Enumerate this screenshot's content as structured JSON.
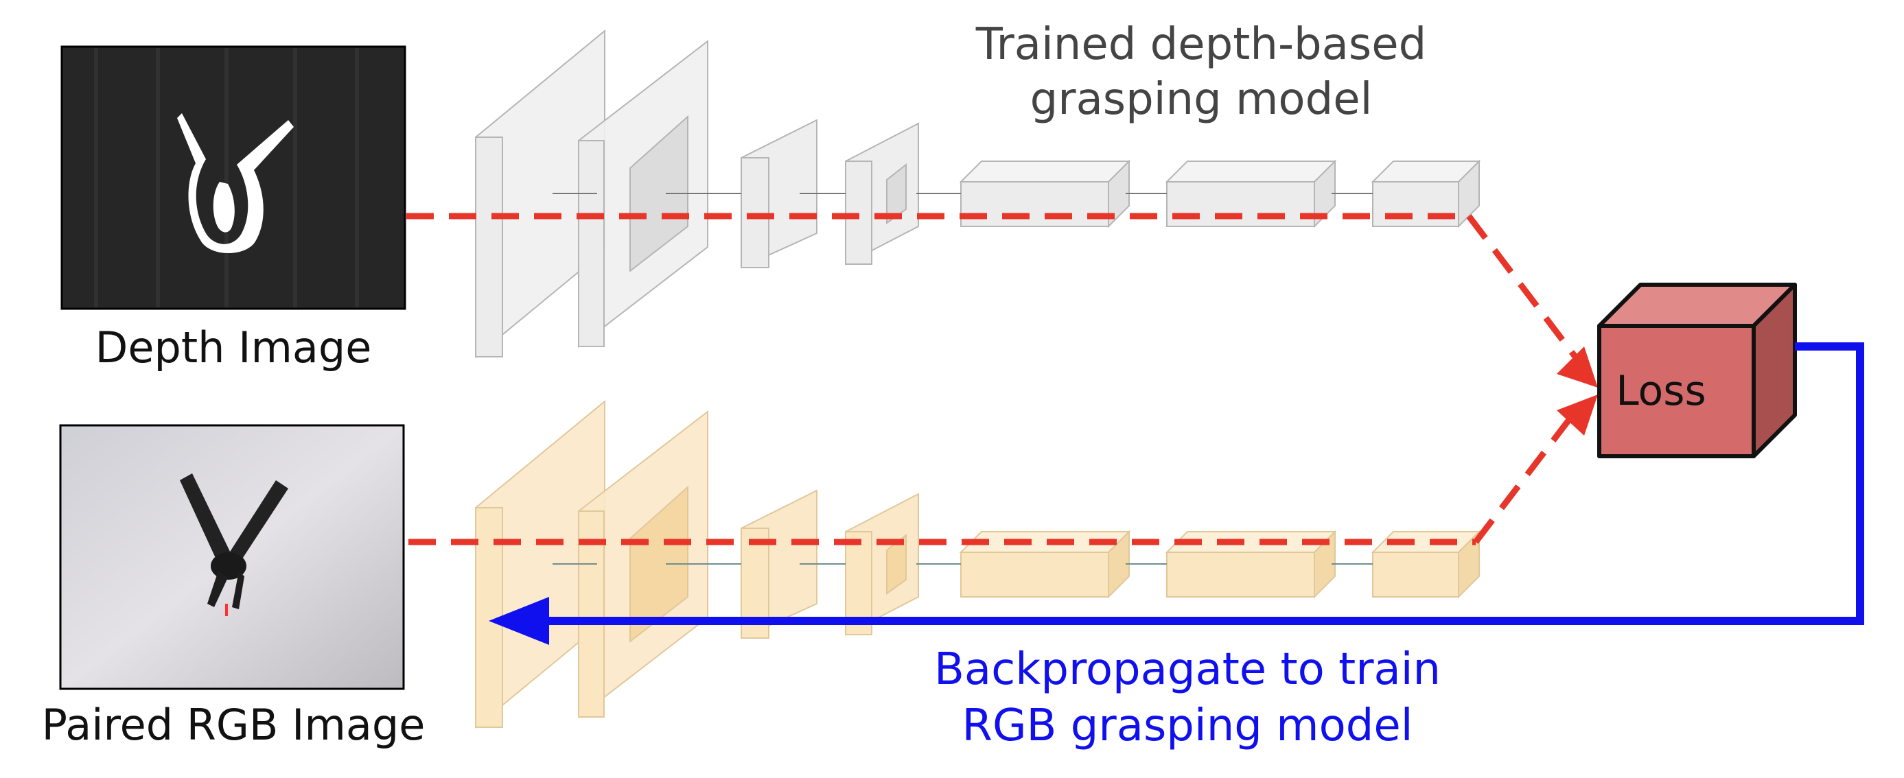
{
  "labels": {
    "depth_image": "Depth Image",
    "rgb_image": "Paired RGB Image",
    "top_title_line1": "Trained depth-based",
    "top_title_line2": "grasping model",
    "loss": "Loss",
    "bottom_title_line1": "Backpropagate to train",
    "bottom_title_line2": "RGB grasping model"
  },
  "colors": {
    "forward_arrow": "#e8352a",
    "backprop_arrow": "#1010ee",
    "depth_model_face": "#ececec",
    "rgb_model_face": "#fbe6c2",
    "loss_front": "#d46a6a",
    "loss_top": "#e08a8a",
    "loss_side": "#a85050"
  },
  "icons": {
    "depth_image": "clamp-depth-silhouette",
    "rgb_image": "clamp-photo"
  }
}
